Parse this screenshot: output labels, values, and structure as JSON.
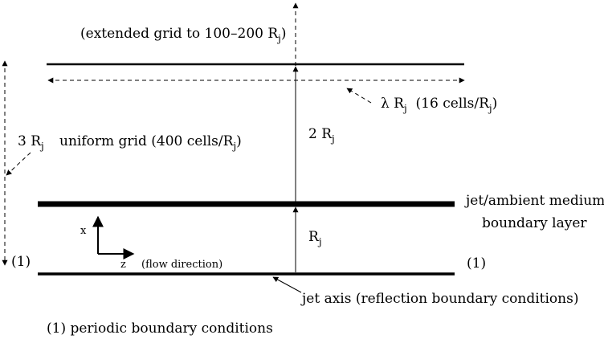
{
  "labels": {
    "extended_grid": "(extended grid to 100–200 R",
    "extended_grid_sub": "j",
    "extended_grid_close": ")",
    "lambda": "λ R",
    "lambda_sub": "j",
    "lambda_cells": "(16 cells/R",
    "lambda_cells_sub": "j",
    "lambda_cells_close": ")",
    "three_rj": "3 R",
    "three_rj_sub": "j",
    "uniform_grid": "uniform grid (400 cells/R",
    "uniform_grid_sub": "j",
    "uniform_grid_close": ")",
    "two_rj": "2 R",
    "two_rj_sub": "j",
    "rj": "R",
    "rj_sub": "j",
    "boundary_line1": "jet/ambient medium",
    "boundary_line2": "boundary layer",
    "axis_x": "x",
    "axis_z": "z",
    "flow_direction": "(flow direction)",
    "periodic_left": "(1)",
    "periodic_right": "(1)",
    "jet_axis": "jet axis (reflection boundary conditions)",
    "footnote": "(1) periodic boundary conditions"
  }
}
